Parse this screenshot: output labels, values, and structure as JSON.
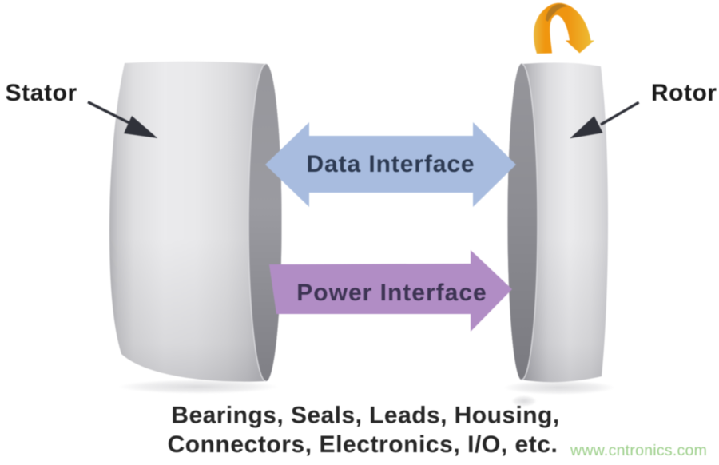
{
  "diagram": {
    "title_implicit": "Slip ring interfaces between stator and rotor",
    "stator_label": "Stator",
    "rotor_label": "Rotor",
    "data_arrow_label": "Data Interface",
    "power_arrow_label": "Power Interface",
    "caption_line1": "Bearings, Seals, Leads, Housing,",
    "caption_line2": "Connectors, Electronics, I/O, etc.",
    "watermark": "www.cntronics.com"
  },
  "colors": {
    "background": "#ffffff",
    "data_arrow_fill": "#a8bcdf",
    "data_arrow_text": "#2d3a52",
    "power_arrow_fill": "#b18dc5",
    "power_arrow_text": "#3d3453",
    "label_text": "#1a1a1a",
    "caption_text": "#262626",
    "watermark_text": "#9ccf8a",
    "leader_arrow": "#30323a",
    "rotation_arrow_orange": "#f0940f",
    "rotation_arrow_gold": "#ecc343",
    "rotation_arrow_brown": "#9c6c28",
    "cylinder_light_grey": "#ececee",
    "cylinder_rim_grey": "#8f8f95"
  }
}
